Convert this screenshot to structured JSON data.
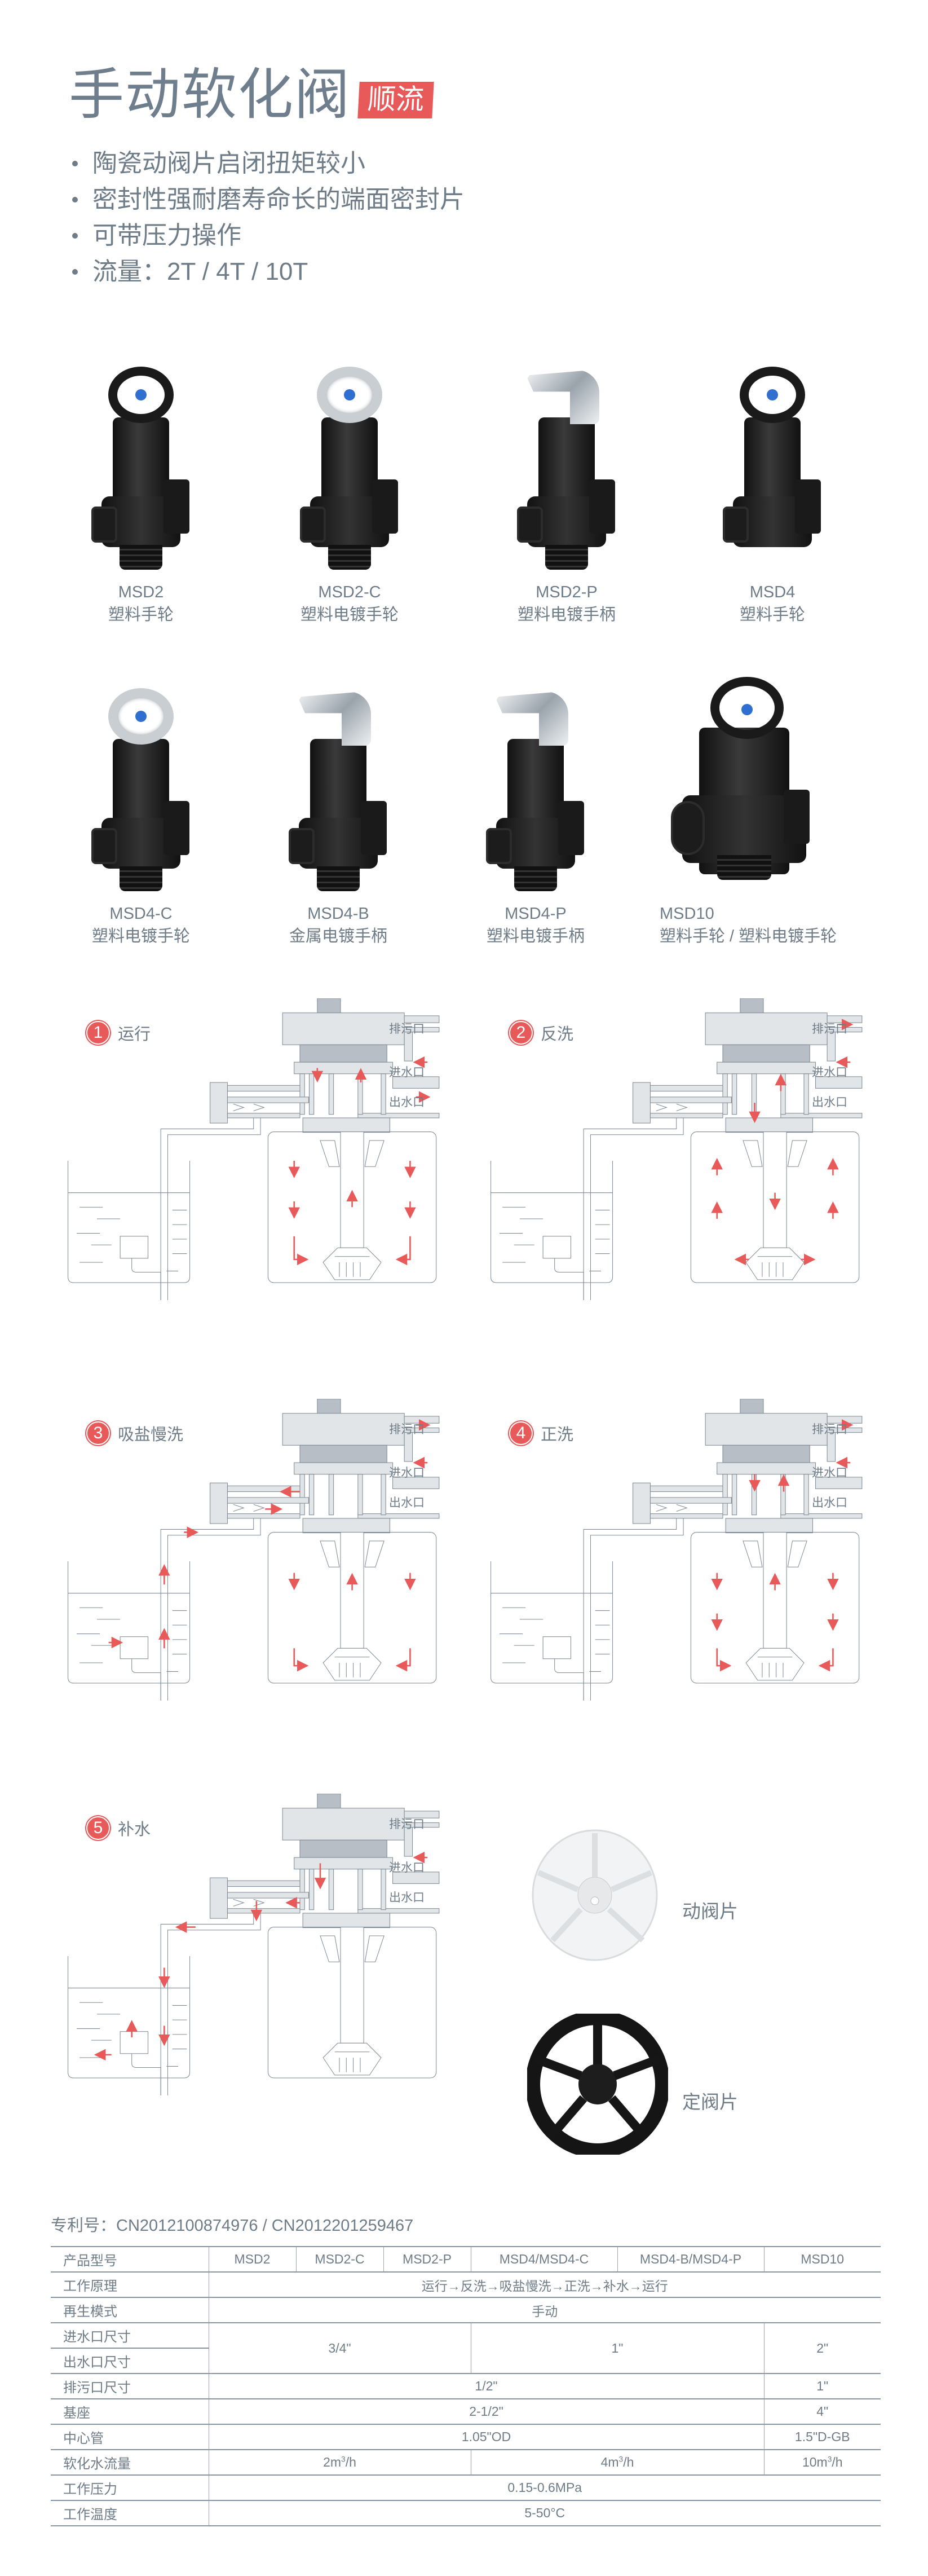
{
  "header": {
    "title": "手动软化阀",
    "badge": "顺流",
    "features": [
      "陶瓷动阀片启闭扭矩较小",
      "密封性强耐磨寿命长的端面密封片",
      "可带压力操作",
      "流量：2T / 4T / 10T"
    ]
  },
  "products": [
    {
      "model": "MSD2",
      "desc": "塑料手轮",
      "handle": "plastic-wheel"
    },
    {
      "model": "MSD2-C",
      "desc": "塑料电镀手轮",
      "handle": "chrome-wheel"
    },
    {
      "model": "MSD2-P",
      "desc": "塑料电镀手柄",
      "handle": "chrome-lever"
    },
    {
      "model": "MSD4",
      "desc": "塑料手轮",
      "handle": "plastic-wheel"
    },
    {
      "model": "MSD4-C",
      "desc": "塑料电镀手轮",
      "handle": "chrome-wheel"
    },
    {
      "model": "MSD4-B",
      "desc": "金属电镀手柄",
      "handle": "chrome-lever"
    },
    {
      "model": "MSD4-P",
      "desc": "塑料电镀手柄",
      "handle": "chrome-lever"
    },
    {
      "model": "MSD10",
      "desc": "塑料手轮 / 塑料电镀手轮",
      "handle": "plastic-wheel"
    }
  ],
  "diagrams": {
    "ports": {
      "drain": "排污口",
      "inlet": "进水口",
      "outlet": "出水口"
    },
    "steps": [
      {
        "num": "1",
        "label": "运行"
      },
      {
        "num": "2",
        "label": "反洗"
      },
      {
        "num": "3",
        "label": "吸盐慢洗"
      },
      {
        "num": "4",
        "label": "正洗"
      },
      {
        "num": "5",
        "label": "补水"
      }
    ]
  },
  "discs": {
    "moving": "动阀片",
    "fixed": "定阀片"
  },
  "patent": "专利号：CN2012100874976 / CN2012201259467",
  "spec_table": {
    "header_label": "产品型号",
    "models": [
      "MSD2",
      "MSD2-C",
      "MSD2-P",
      "MSD4/MSD4-C",
      "MSD4-B/MSD4-P",
      "MSD10"
    ],
    "rows": {
      "principle": {
        "label": "工作原理",
        "value": "运行→反洗→吸盐慢洗→正洗→补水→运行"
      },
      "regen_mode": {
        "label": "再生模式",
        "value": "手动"
      },
      "inlet_size": {
        "label": "进水口尺寸"
      },
      "outlet_size": {
        "label": "出水口尺寸"
      },
      "port_sizes": {
        "msd2": "3/4\"",
        "msd4": "1\"",
        "msd10": "2\""
      },
      "drain_size": {
        "label": "排污口尺寸",
        "msd2_4": "1/2\"",
        "msd10": "1\""
      },
      "base": {
        "label": "基座",
        "msd2_4": "2-1/2\"",
        "msd10": "4\""
      },
      "riser": {
        "label": "中心管",
        "msd2_4": "1.05\"OD",
        "msd10": "1.5\"D-GB"
      },
      "flow": {
        "label": "软化水流量",
        "msd2": "2m",
        "msd4": "4m",
        "msd10": "10m",
        "unit_sup": "3",
        "unit_tail": "/h"
      },
      "pressure": {
        "label": "工作压力",
        "value": "0.15-0.6MPa"
      },
      "temperature": {
        "label": "工作温度",
        "value": "5-50°C"
      }
    }
  },
  "colors": {
    "accent": "#e85a5a",
    "text": "#6e7c88",
    "diagram_fill": "#e1e5e8",
    "diagram_dark": "#b7bec5",
    "diagram_line": "#7d8a96",
    "arrow": "#e85a5a"
  }
}
